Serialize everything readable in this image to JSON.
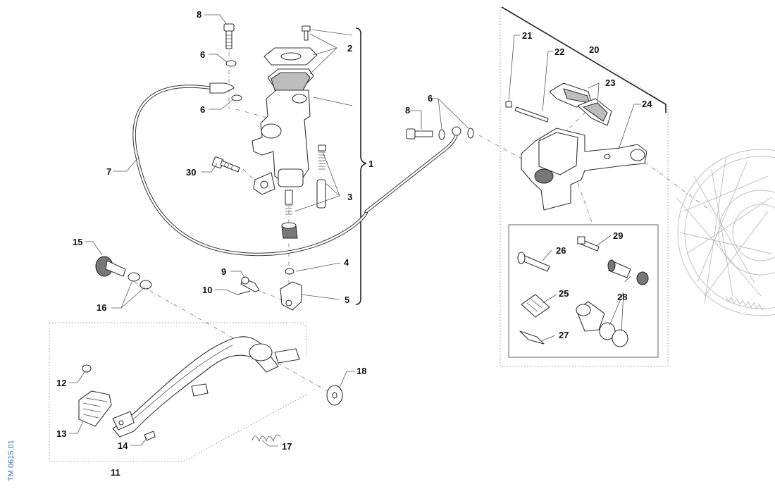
{
  "reference_code": "TM 0615.01",
  "callouts": [
    {
      "id": "8",
      "text": "8"
    },
    {
      "id": "6a",
      "text": "6"
    },
    {
      "id": "6b",
      "text": "6"
    },
    {
      "id": "2",
      "text": "2"
    },
    {
      "id": "7",
      "text": "7"
    },
    {
      "id": "30",
      "text": "30"
    },
    {
      "id": "1",
      "text": "1"
    },
    {
      "id": "3",
      "text": "3"
    },
    {
      "id": "4",
      "text": "4"
    },
    {
      "id": "9",
      "text": "9"
    },
    {
      "id": "10",
      "text": "10"
    },
    {
      "id": "5",
      "text": "5"
    },
    {
      "id": "15",
      "text": "15"
    },
    {
      "id": "16",
      "text": "16"
    },
    {
      "id": "12",
      "text": "12"
    },
    {
      "id": "13",
      "text": "13"
    },
    {
      "id": "14",
      "text": "14"
    },
    {
      "id": "11",
      "text": "11"
    },
    {
      "id": "17",
      "text": "17"
    },
    {
      "id": "18",
      "text": "18"
    },
    {
      "id": "8b",
      "text": "8"
    },
    {
      "id": "6c",
      "text": "6"
    },
    {
      "id": "21",
      "text": "21"
    },
    {
      "id": "22",
      "text": "22"
    },
    {
      "id": "20",
      "text": "20"
    },
    {
      "id": "23",
      "text": "23"
    },
    {
      "id": "24",
      "text": "24"
    },
    {
      "id": "29",
      "text": "29"
    },
    {
      "id": "26",
      "text": "26"
    },
    {
      "id": "28",
      "text": "28"
    },
    {
      "id": "25",
      "text": "25"
    },
    {
      "id": "27",
      "text": "27"
    }
  ]
}
